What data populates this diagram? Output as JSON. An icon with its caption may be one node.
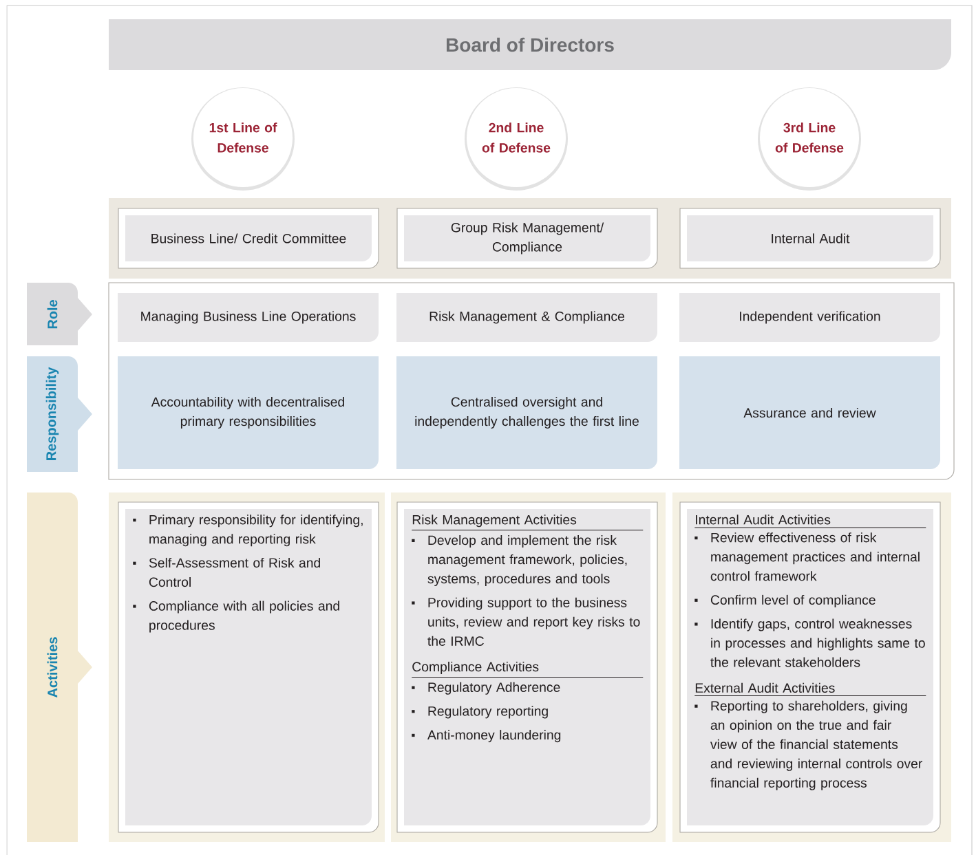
{
  "diagram": {
    "nodes": [
      {
        "text": [
          "Board of Directors"
        ]
      },
      {
        "text": [
          "1st Line of Defense"
        ]
      },
      {
        "text": [
          "2nd Line of Defense"
        ]
      },
      {
        "text": [
          "3rd Line of Defense"
        ]
      },
      {
        "text": [],
        "shape": "box"
      },
      {
        "text": [
          "Business Line/ Credit Committee"
        ],
        "in": 4
      },
      {
        "text": [
          "Group Risk Management/ Compliance"
        ],
        "in": 4
      },
      {
        "text": [
          "Internal Audit"
        ],
        "in": 4
      },
      {
        "text": [
          "Role"
        ]
      },
      {
        "text": [],
        "shape": "box"
      },
      {
        "text": [
          "Managing Business Line Operations"
        ],
        "in": 9
      },
      {
        "text": [
          "Risk Management & Compliance"
        ],
        "in": 9
      },
      {
        "text": [
          "Independent verification"
        ],
        "in": 9
      },
      {
        "text": [
          "Responsibility"
        ]
      },
      {
        "text": [
          "Accountability with decentralised primary responsibilities"
        ],
        "in": 9
      },
      {
        "text": [
          "Centralised oversight and independently challenges the first line"
        ],
        "in": 9
      },
      {
        "text": [
          "Assurance and review"
        ],
        "in": 9
      },
      {
        "text": [
          "Activities"
        ]
      },
      {
        "text": [],
        "shape": "box"
      },
      {
        "text": [],
        "shape": "box"
      },
      {
        "text": [],
        "shape": "box"
      },
      {
        "text": [
          "Primary responsibility for identifying, managing and reporting risk",
          "Self-Assessment of Risk and Control",
          "Compliance with all policies and procedures"
        ],
        "in": 18
      },
      {
        "text": [
          "Risk Management Activities",
          "Develop and implement the risk management framework, policies, systems, procedures and tools",
          "Providing support to the business units, review and report key risks to the IRMC",
          "Compliance Activities",
          "Regulatory Adherence",
          "Regulatory reporting",
          "Anti-money laundering"
        ],
        "in": 19
      },
      {
        "text": [
          "Internal Audit Activities",
          "Review effectiveness of risk management practices and internal control framework",
          "Confirm level of compliance",
          "Identify gaps, control weaknesses in processes and highlights same to the relevant stakeholders",
          "External Audit Activities",
          "Reporting to shareholders, giving an opinion on the true and fair view of the financial statements and reviewing internal controls over financial reporting process"
        ],
        "in": 20
      }
    ]
  }
}
